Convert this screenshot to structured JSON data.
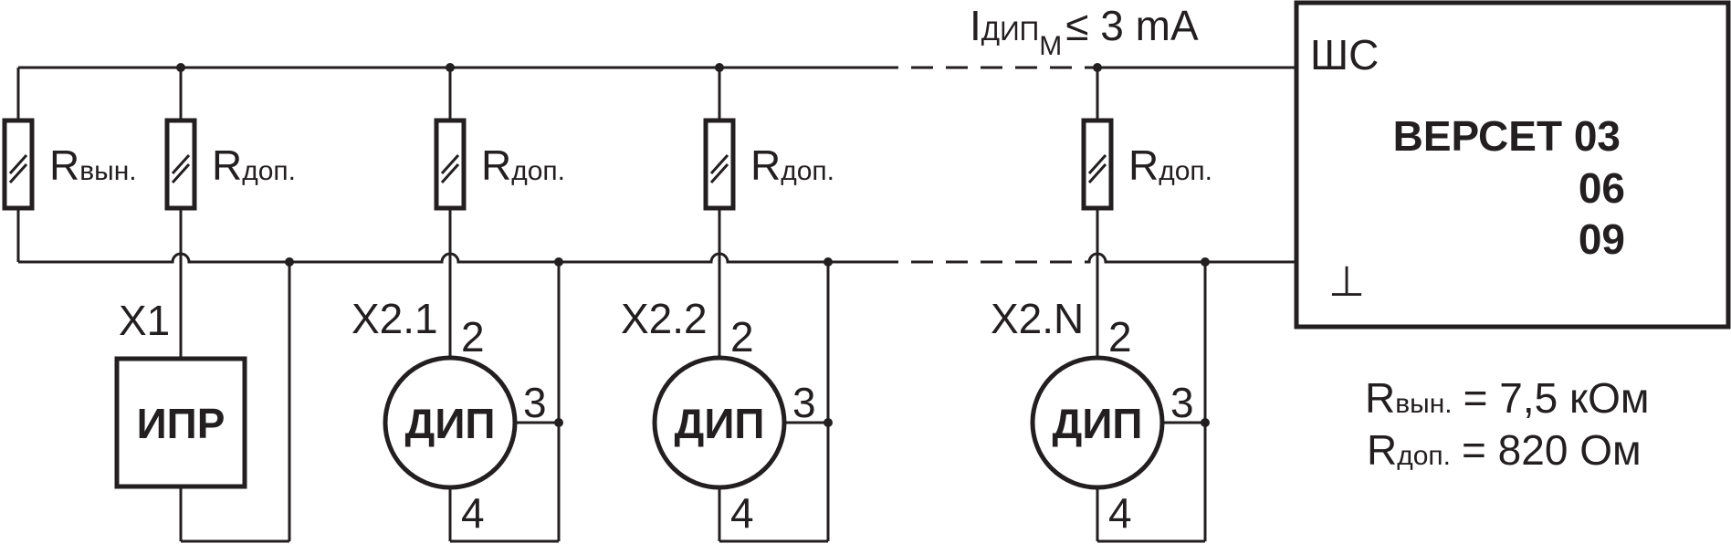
{
  "current_limit": {
    "symbol": "I",
    "subscript": "ДИП",
    "subscript2": "М",
    "condition": "≤ 3 mA"
  },
  "panel": {
    "input_label": "ШС",
    "ground_symbol": "⊥",
    "model": "ВЕРСЕТ 03",
    "variant_2": "06",
    "variant_3": "09"
  },
  "resistors": {
    "r_end": {
      "symbol": "R",
      "subscript": "вын."
    },
    "r_add": {
      "symbol": "R",
      "subscript": "доп."
    }
  },
  "connectors": {
    "x1": "X1",
    "x2_1": "X2.1",
    "x2_2": "X2.2",
    "x2_n": "X2.N"
  },
  "devices": {
    "ipr": "ИПР",
    "dip": "ДИП",
    "pin_2": "2",
    "pin_3": "3",
    "pin_4": "4"
  },
  "notes": {
    "r_end_value": {
      "symbol": "R",
      "subscript": "вын.",
      "value": "= 7,5 кОм"
    },
    "r_add_value": {
      "symbol": "R",
      "subscript": "доп.",
      "value": "= 820 Ом"
    }
  }
}
